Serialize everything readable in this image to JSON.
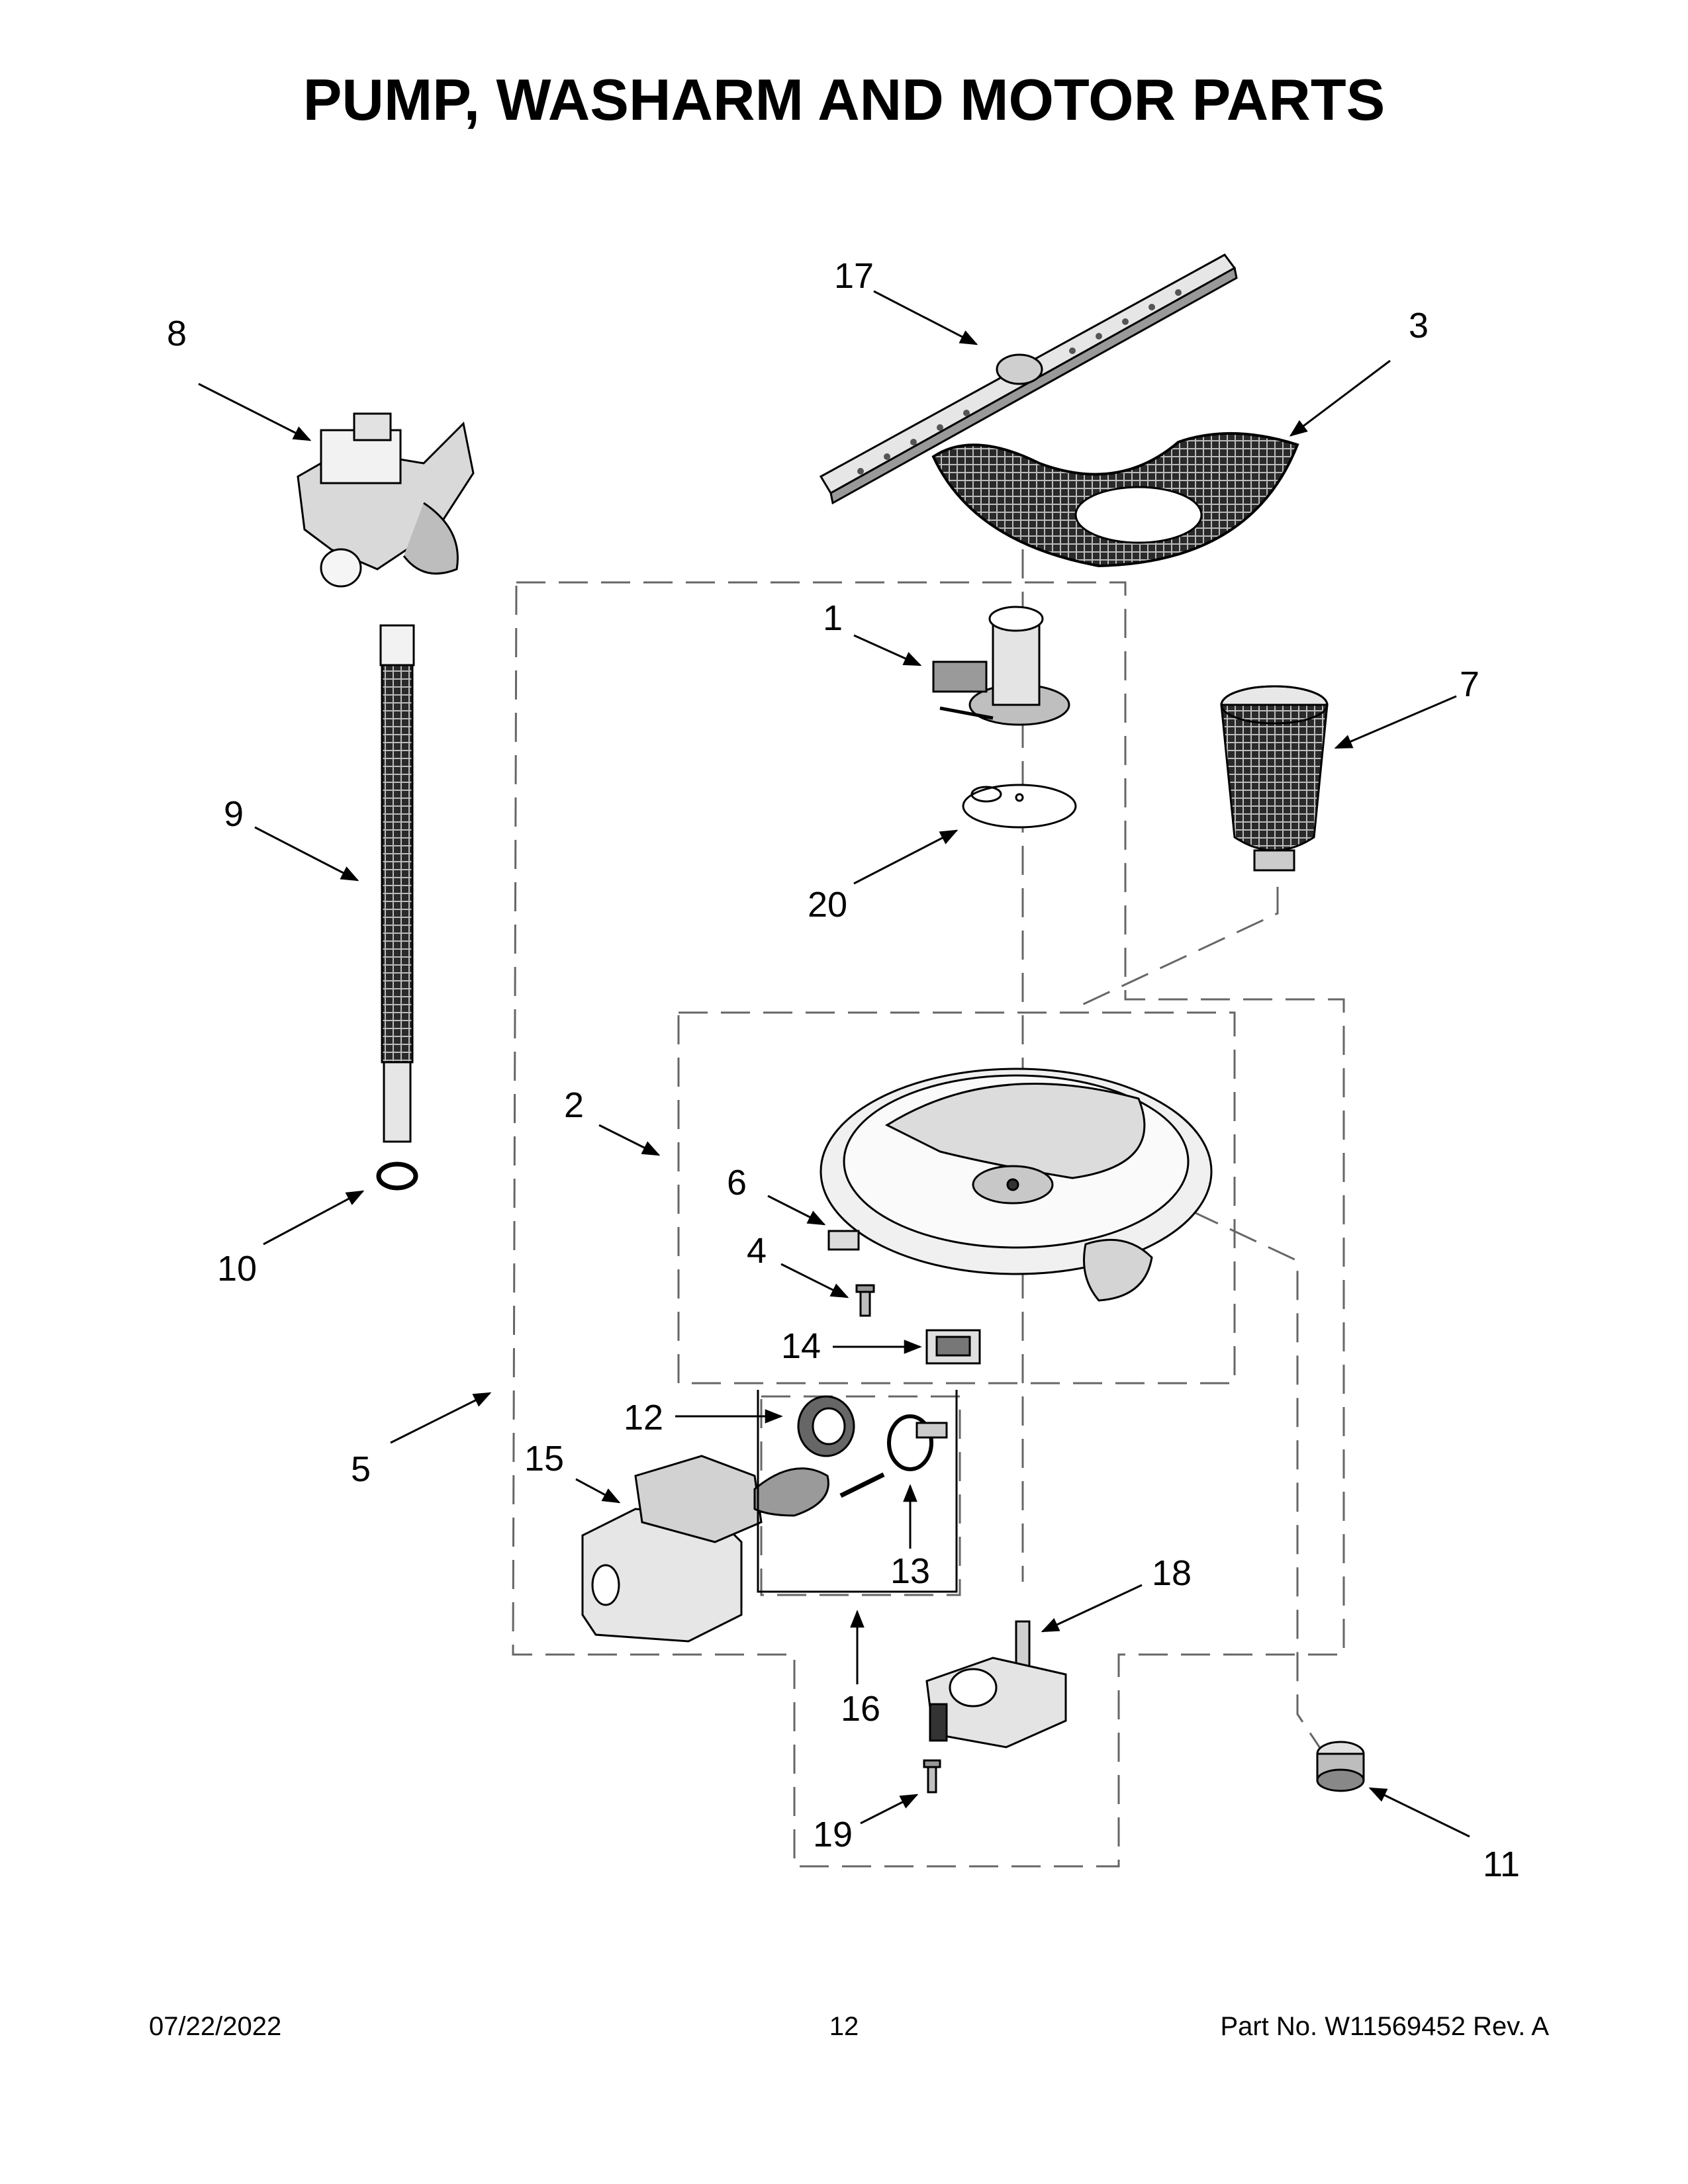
{
  "title": "PUMP, WASHARM AND MOTOR PARTS",
  "callouts": [
    {
      "id": "17",
      "label": "17"
    },
    {
      "id": "3",
      "label": "3"
    },
    {
      "id": "8",
      "label": "8"
    },
    {
      "id": "1",
      "label": "1"
    },
    {
      "id": "7",
      "label": "7"
    },
    {
      "id": "9",
      "label": "9"
    },
    {
      "id": "20",
      "label": "20"
    },
    {
      "id": "2",
      "label": "2"
    },
    {
      "id": "6",
      "label": "6"
    },
    {
      "id": "4",
      "label": "4"
    },
    {
      "id": "10",
      "label": "10"
    },
    {
      "id": "14",
      "label": "14"
    },
    {
      "id": "5",
      "label": "5"
    },
    {
      "id": "12",
      "label": "12"
    },
    {
      "id": "15",
      "label": "15"
    },
    {
      "id": "13",
      "label": "13"
    },
    {
      "id": "18",
      "label": "18"
    },
    {
      "id": "16",
      "label": "16"
    },
    {
      "id": "19",
      "label": "19"
    },
    {
      "id": "11",
      "label": "11"
    }
  ],
  "footer": {
    "date": "07/22/2022",
    "page": "12",
    "part": "Part No.  W11569452  Rev.  A"
  }
}
